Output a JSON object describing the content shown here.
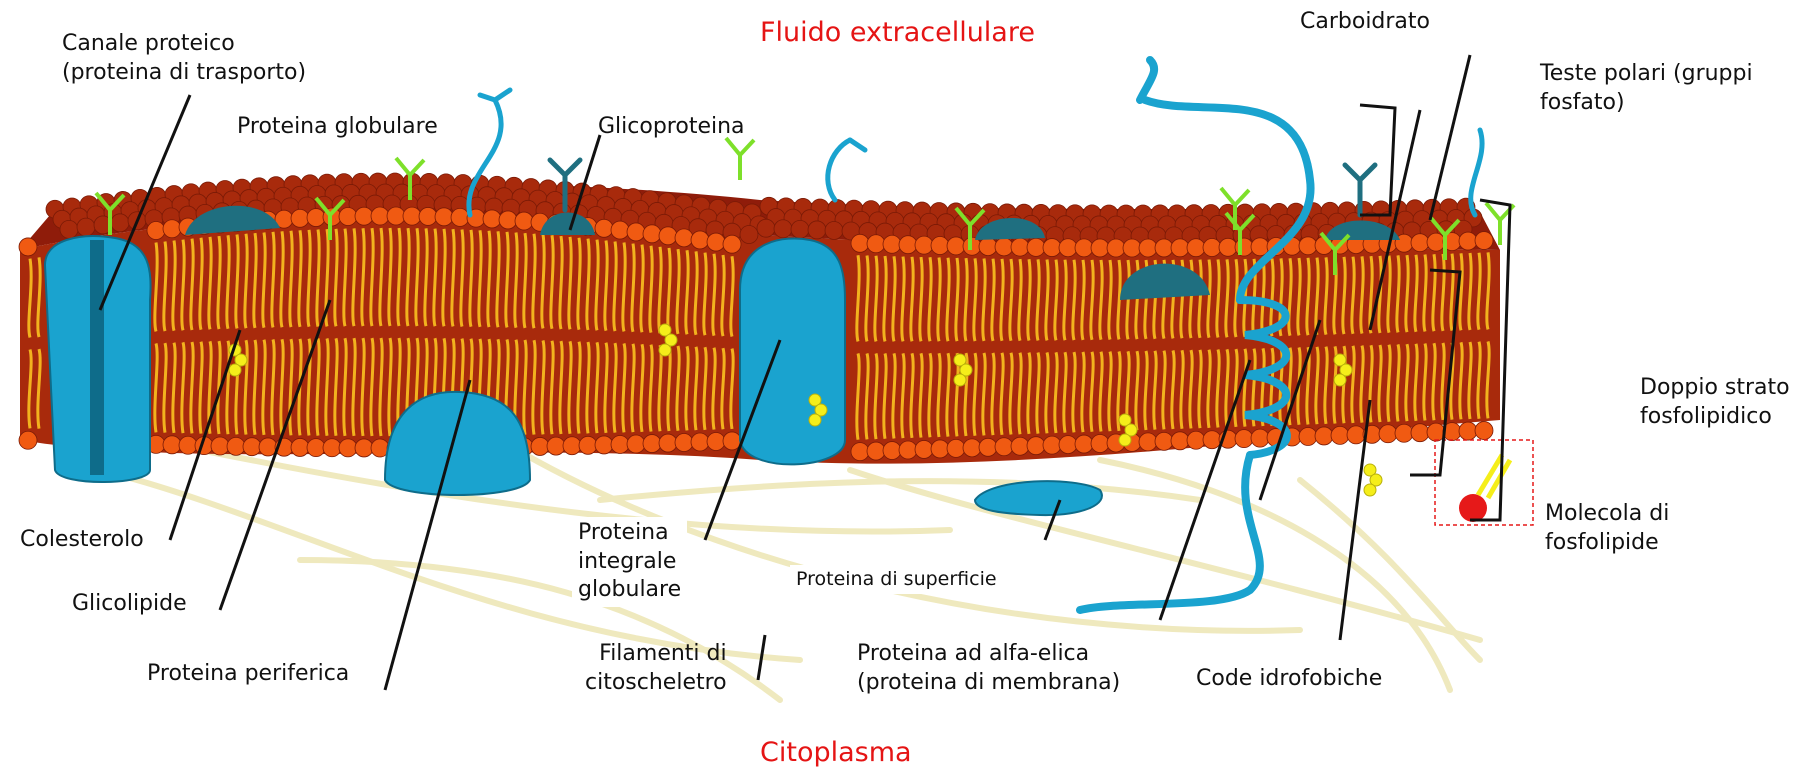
{
  "regions": {
    "top": "Fluido extracellulare",
    "bottom": "Citoplasma"
  },
  "labels": {
    "canale_line1": "Canale proteico",
    "canale_line2": "(proteina di trasporto)",
    "proteina_globulare": "Proteina globulare",
    "glicoproteina": "Glicoproteina",
    "carboidrato": "Carboidrato",
    "teste_line1": "Teste polari (gruppi",
    "teste_line2": "fosfato)",
    "doppio_line1": "Doppio strato",
    "doppio_line2": "fosfolipidico",
    "molecola_line1": "Molecola di",
    "molecola_line2": "fosfolipide",
    "colesterolo": "Colesterolo",
    "glicolipide": "Glicolipide",
    "proteina_periferica": "Proteina periferica",
    "integrale_line1": "Proteina",
    "integrale_line2": "integrale",
    "integrale_line3": "globulare",
    "superficie": "Proteina di superficie",
    "filamenti_line1": "Filamenti di",
    "filamenti_line2": "citoscheletro",
    "alfa_line1": "Proteina ad alfa-elica",
    "alfa_line2": "(proteina di membrana)",
    "code": "Code idrofobiche"
  },
  "colors": {
    "region_text": "#e51414",
    "head_light": "#f05a12",
    "head_dark": "#a82a0c",
    "tail": "#f2b21e",
    "protein": "#1aa3cf",
    "protein_dark": "#0e6c8a",
    "protein_teal": "#1f6f80",
    "glyco": "#7ee02a",
    "glyco_dark": "#2d7a2a",
    "cholesterol": "#f5ee1a",
    "filament": "#efe9be",
    "highlight": "#e61919"
  }
}
